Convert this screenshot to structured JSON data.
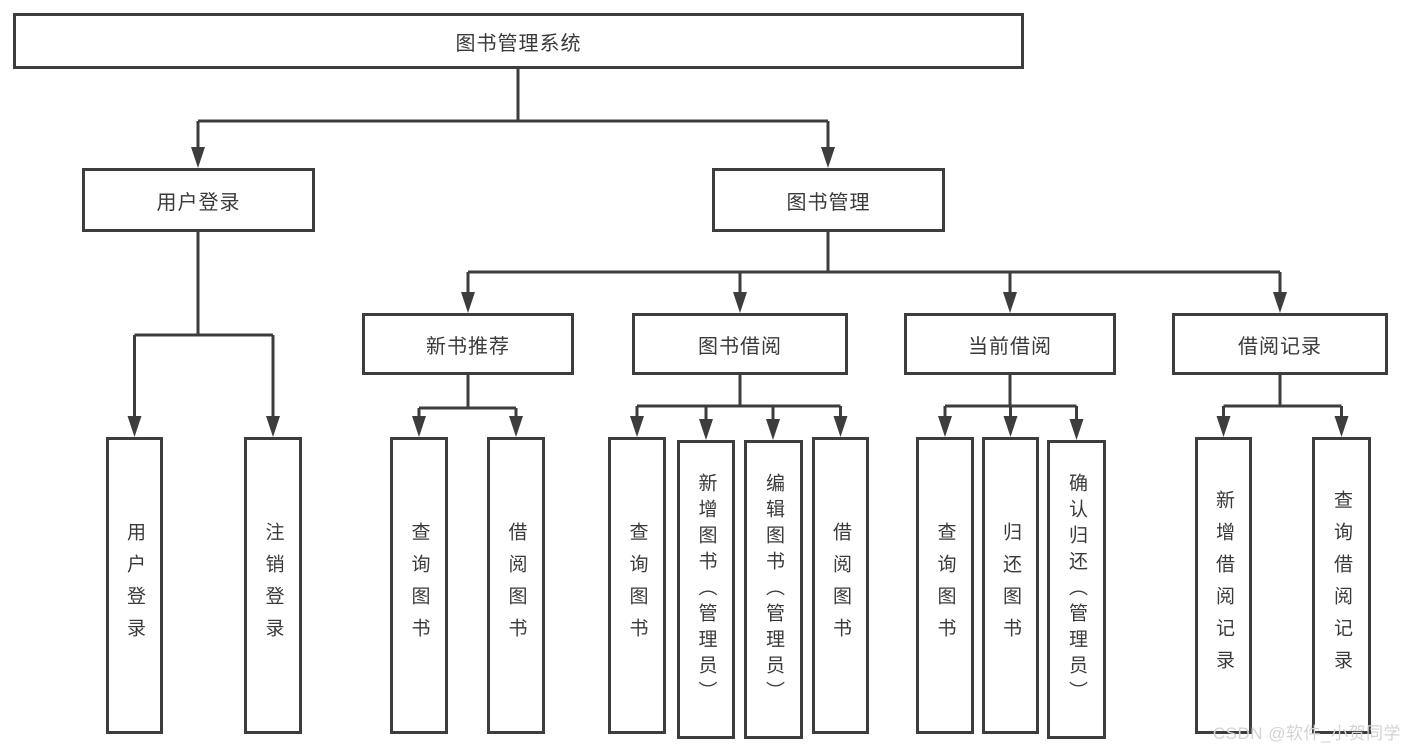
{
  "diagram": {
    "root": {
      "label": "图书管理系统"
    },
    "level2": [
      {
        "label": "用户登录"
      },
      {
        "label": "图书管理"
      }
    ],
    "level3": [
      {
        "label": "新书推荐"
      },
      {
        "label": "图书借阅"
      },
      {
        "label": "当前借阅"
      },
      {
        "label": "借阅记录"
      }
    ],
    "leaves": [
      {
        "label": "用户登录",
        "parent": "用户登录"
      },
      {
        "label": "注销登录",
        "parent": "用户登录"
      },
      {
        "label": "查询图书",
        "parent": "新书推荐"
      },
      {
        "label": "借阅图书",
        "parent": "新书推荐"
      },
      {
        "label": "查询图书",
        "parent": "图书借阅"
      },
      {
        "label": "新增图书（管理员）",
        "parent": "图书借阅"
      },
      {
        "label": "编辑图书（管理员）",
        "parent": "图书借阅"
      },
      {
        "label": "借阅图书",
        "parent": "图书借阅"
      },
      {
        "label": "查询图书",
        "parent": "当前借阅"
      },
      {
        "label": "归还图书",
        "parent": "当前借阅"
      },
      {
        "label": "确认归还（管理员）",
        "parent": "当前借阅"
      },
      {
        "label": "新增借阅记录",
        "parent": "借阅记录"
      },
      {
        "label": "查询借阅记录",
        "parent": "借阅记录"
      }
    ]
  },
  "watermark": {
    "text": "CSDN @软件_小贺同学"
  },
  "colors": {
    "line": "#3d3d3d",
    "text": "#3a3a3a",
    "background": "#ffffff",
    "watermark": "#d3d3d3"
  }
}
